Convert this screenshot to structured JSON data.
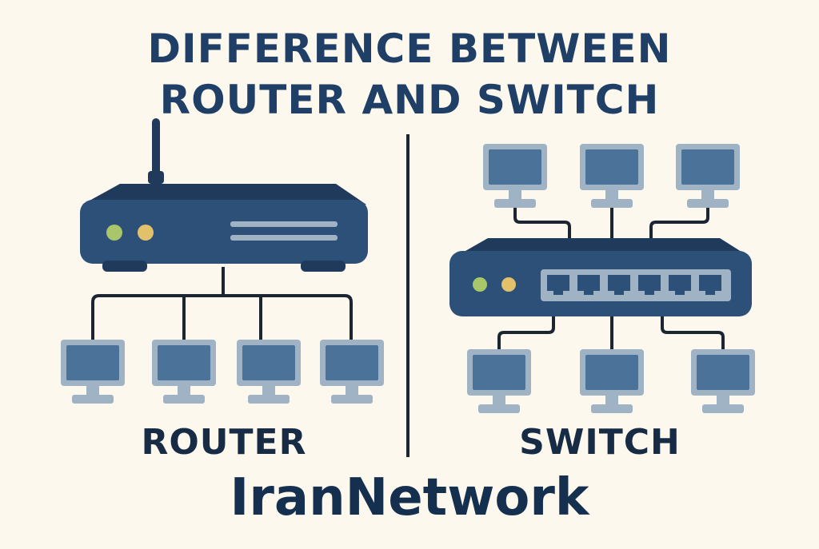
{
  "title": {
    "line1": "DIFFERENCE BETWEEN",
    "line2": "ROUTER AND SWITCH"
  },
  "router": {
    "label": "ROUTER",
    "connected_computers": 4
  },
  "switch": {
    "label": "SWITCH",
    "connected_computers": 6,
    "ports": 6
  },
  "brand": "IranNetwork",
  "colors": {
    "background": "#fcf8ee",
    "device": "#2c5078",
    "device_dark": "#1f3a5a",
    "screen": "#4b7399",
    "screen_frame": "#9fb3c5",
    "led_green": "#a9c76a",
    "led_yellow": "#e2c16a",
    "line": "#1c2633",
    "title": "#1f3f66"
  }
}
